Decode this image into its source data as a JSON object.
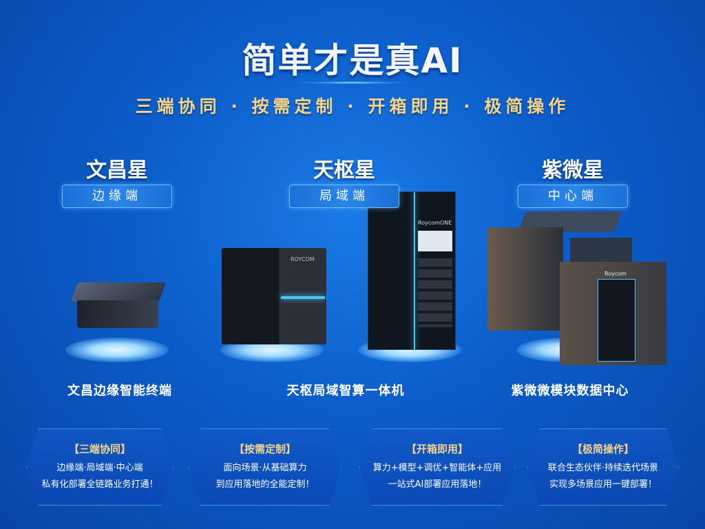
{
  "title": "简单才是真AI",
  "subtitle": "三端协同 · 按需定制 · 开箱即用 · 极简操作",
  "products": [
    {
      "name": "文昌星",
      "tier": "边缘端",
      "caption": "文昌边缘智能终端"
    },
    {
      "name": "天枢星",
      "tier": "局域端",
      "caption": "天枢局域智算一体机"
    },
    {
      "name": "紫微星",
      "tier": "中心端",
      "caption": "紫微微模块数据中心"
    }
  ],
  "device_labels": {
    "server": "ROYCOM",
    "rack": "RoycomONE",
    "dc": "Roycom"
  },
  "cards": [
    {
      "heading": "【三端协同】",
      "lines": [
        "边缘端·局域端·中心端",
        "私有化部署全链路业务打通！"
      ]
    },
    {
      "heading": "【按需定制】",
      "lines": [
        "面向场景·从基础算力",
        "到应用落地的全能定制！"
      ]
    },
    {
      "heading": "【开箱即用】",
      "lines": [
        "算力+模型+调优+智能体+应用",
        "一站式AI部署应用落地！"
      ]
    },
    {
      "heading": "【极简操作】",
      "lines": [
        "联合生态伙伴·持续迭代场景",
        "实现多场景应用一键部署！"
      ]
    }
  ]
}
